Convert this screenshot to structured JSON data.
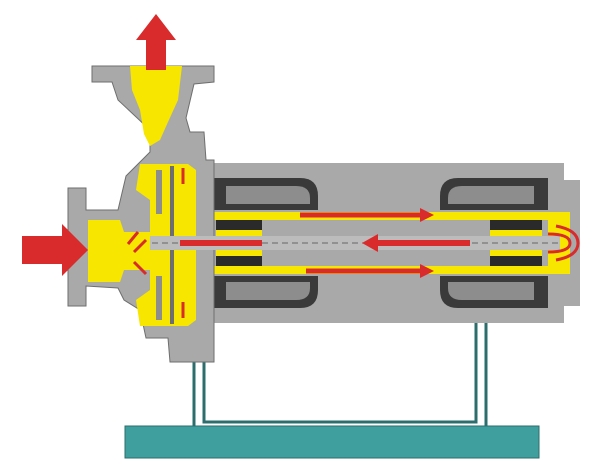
{
  "diagram": {
    "colors": {
      "casing": "#a9a9a9",
      "casing_outline": "#6e6e6e",
      "fluid": "#f7e600",
      "arrow": "#d92b2b",
      "base": "#3f9f9f",
      "base_outline": "#2c6e6e",
      "winding": "#3a3a3a",
      "winding_light": "#8d8d8d",
      "shaft": "#bcbcbc",
      "bearing": "#2a2a2a",
      "background": "#ffffff"
    },
    "flow": {
      "inlet_direction": "right",
      "outlet_direction": "up",
      "internal_circulation": [
        "right",
        "left",
        "right"
      ]
    }
  }
}
